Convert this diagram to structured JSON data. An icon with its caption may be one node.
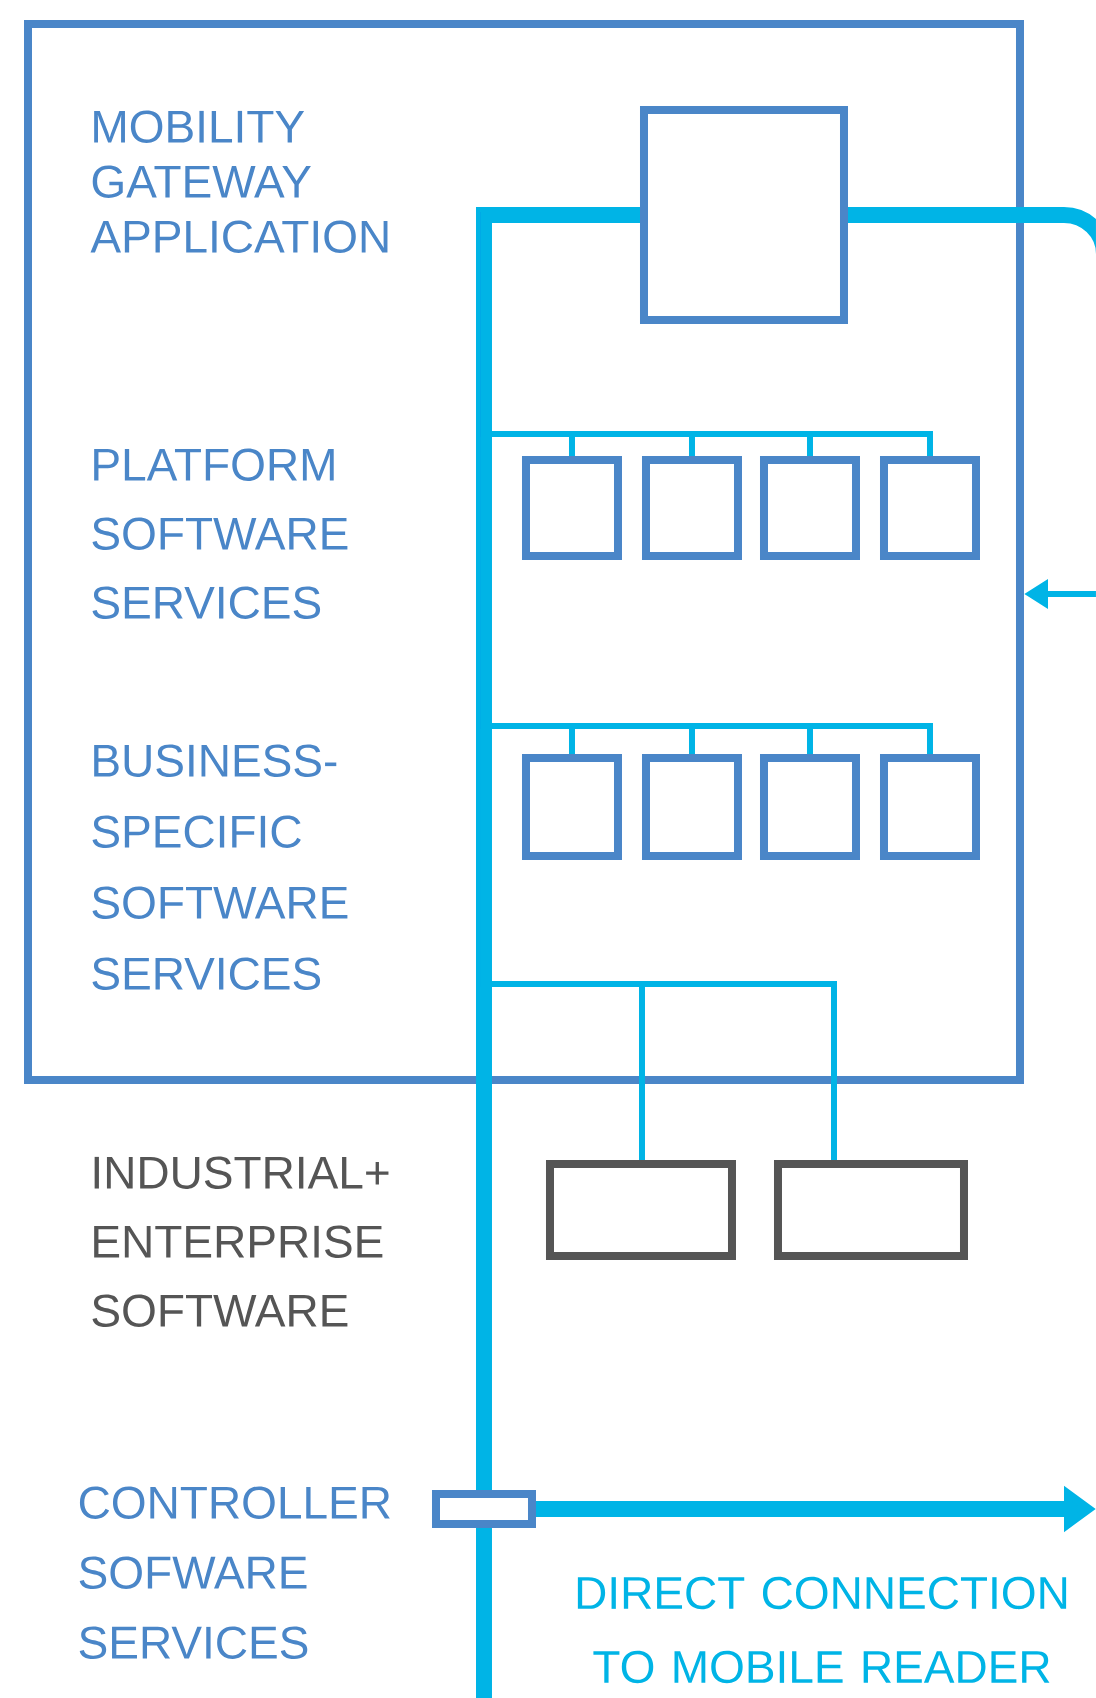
{
  "diagram": {
    "nodes": [
      {
        "text": [
          "MOBILITY GATEWAY APPLICATION",
          "PLATFORM SOFTWARE SERVICES",
          "BUSINESS- SPECIFIC SOFTWARE SERVICES"
        ]
      },
      {
        "text": [],
        "shape": "box",
        "in": 0
      },
      {
        "text": [],
        "shape": "box",
        "in": 0
      },
      {
        "text": [],
        "shape": "box",
        "in": 0
      },
      {
        "text": [],
        "shape": "box",
        "in": 0
      },
      {
        "text": [],
        "shape": "box",
        "in": 0
      },
      {
        "text": [],
        "shape": "box",
        "in": 0
      },
      {
        "text": [],
        "shape": "box",
        "in": 0
      },
      {
        "text": [],
        "shape": "box",
        "in": 0
      },
      {
        "text": [],
        "shape": "box",
        "in": 0
      },
      {
        "text": [],
        "shape": "box"
      },
      {
        "text": [],
        "shape": "box"
      },
      {
        "text": [],
        "shape": "box",
        "beside": [
          "CONTROLLER SOFWARE SERVICES"
        ]
      }
    ],
    "edges": [
      {
        "from": 1,
        "to": 12,
        "arrow": "none",
        "style": "thick"
      },
      {
        "from": 1,
        "to": null,
        "arrow": "none",
        "style": "thick"
      },
      {
        "from": null,
        "to": 0,
        "arrow": "to"
      },
      {
        "from": 1,
        "to": 2,
        "arrow": "none"
      },
      {
        "from": 1,
        "to": 3,
        "arrow": "none"
      },
      {
        "from": 1,
        "to": 4,
        "arrow": "none"
      },
      {
        "from": 1,
        "to": 5,
        "arrow": "none"
      },
      {
        "from": 1,
        "to": 6,
        "arrow": "none"
      },
      {
        "from": 1,
        "to": 7,
        "arrow": "none"
      },
      {
        "from": 1,
        "to": 8,
        "arrow": "none"
      },
      {
        "from": 1,
        "to": 9,
        "arrow": "none"
      },
      {
        "from": 1,
        "to": 10,
        "arrow": "none"
      },
      {
        "from": 1,
        "to": 11,
        "arrow": "none"
      },
      {
        "from": 12,
        "to": null,
        "arrow": "to",
        "style": "thick",
        "label": "DIRECT CONNECTION TO MOBILE READER"
      },
      {
        "from": 12,
        "to": null,
        "arrow": "none",
        "style": "thick"
      }
    ],
    "labels": [
      "INDUSTRIAL+ ENTERPRISE SOFTWARE"
    ]
  }
}
